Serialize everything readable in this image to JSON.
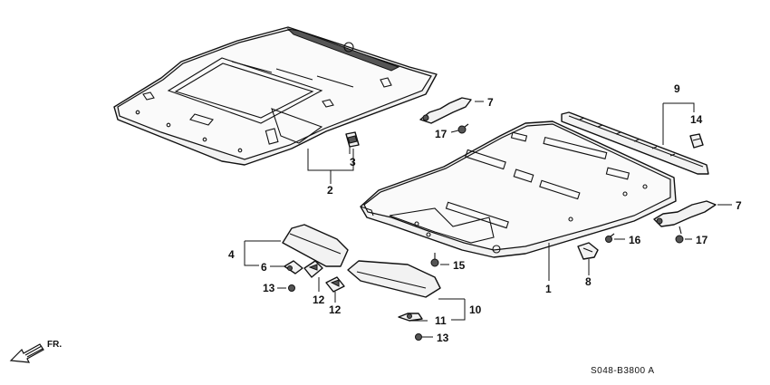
{
  "callouts": {
    "c1": "1",
    "c2": "2",
    "c3": "3",
    "c4": "4",
    "c6": "6",
    "c7a": "7",
    "c7b": "7",
    "c8": "8",
    "c9": "9",
    "c10": "10",
    "c11": "11",
    "c12a": "12",
    "c12b": "12",
    "c13a": "13",
    "c13b": "13",
    "c14": "14",
    "c15": "15",
    "c16": "16",
    "c17a": "17",
    "c17b": "17"
  },
  "direction_label": "FR.",
  "diagram_code": "S048-B3800 A"
}
